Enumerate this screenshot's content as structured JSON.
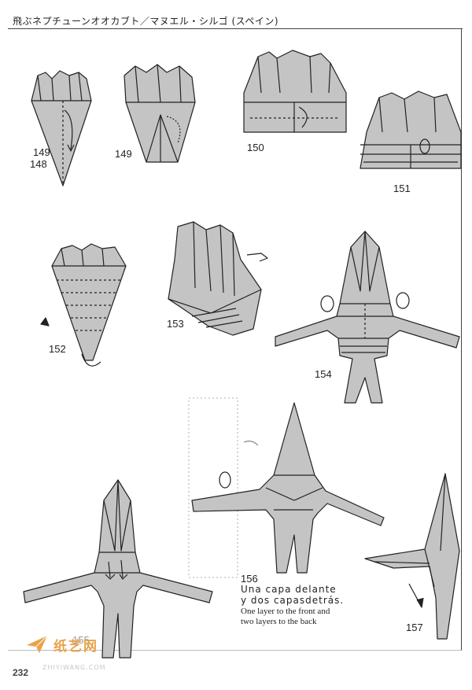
{
  "header": {
    "title": "飛ぶネプチューンオオカブト／マヌエル・シルゴ (スペイン)"
  },
  "steps": {
    "s148": "148",
    "s149a": "149",
    "s149b": "149",
    "s150": "150",
    "s151": "151",
    "s152": "152",
    "s153": "153",
    "s154": "154",
    "s155": "155",
    "s156": "156",
    "s157": "157"
  },
  "caption": {
    "es_line1": "Una capa delante",
    "es_line2": "y dos capasdetrás.",
    "en_line1": "One layer to the front and",
    "en_line2": "two layers to the back"
  },
  "page_number": "232",
  "watermark": {
    "text": "纸艺网",
    "url": "ZHIYIWANG.COM"
  },
  "colors": {
    "paper_fill": "#c4c4c4",
    "paper_dark": "#9a9a9a",
    "line": "#222222",
    "accent": "#e8a24a"
  }
}
